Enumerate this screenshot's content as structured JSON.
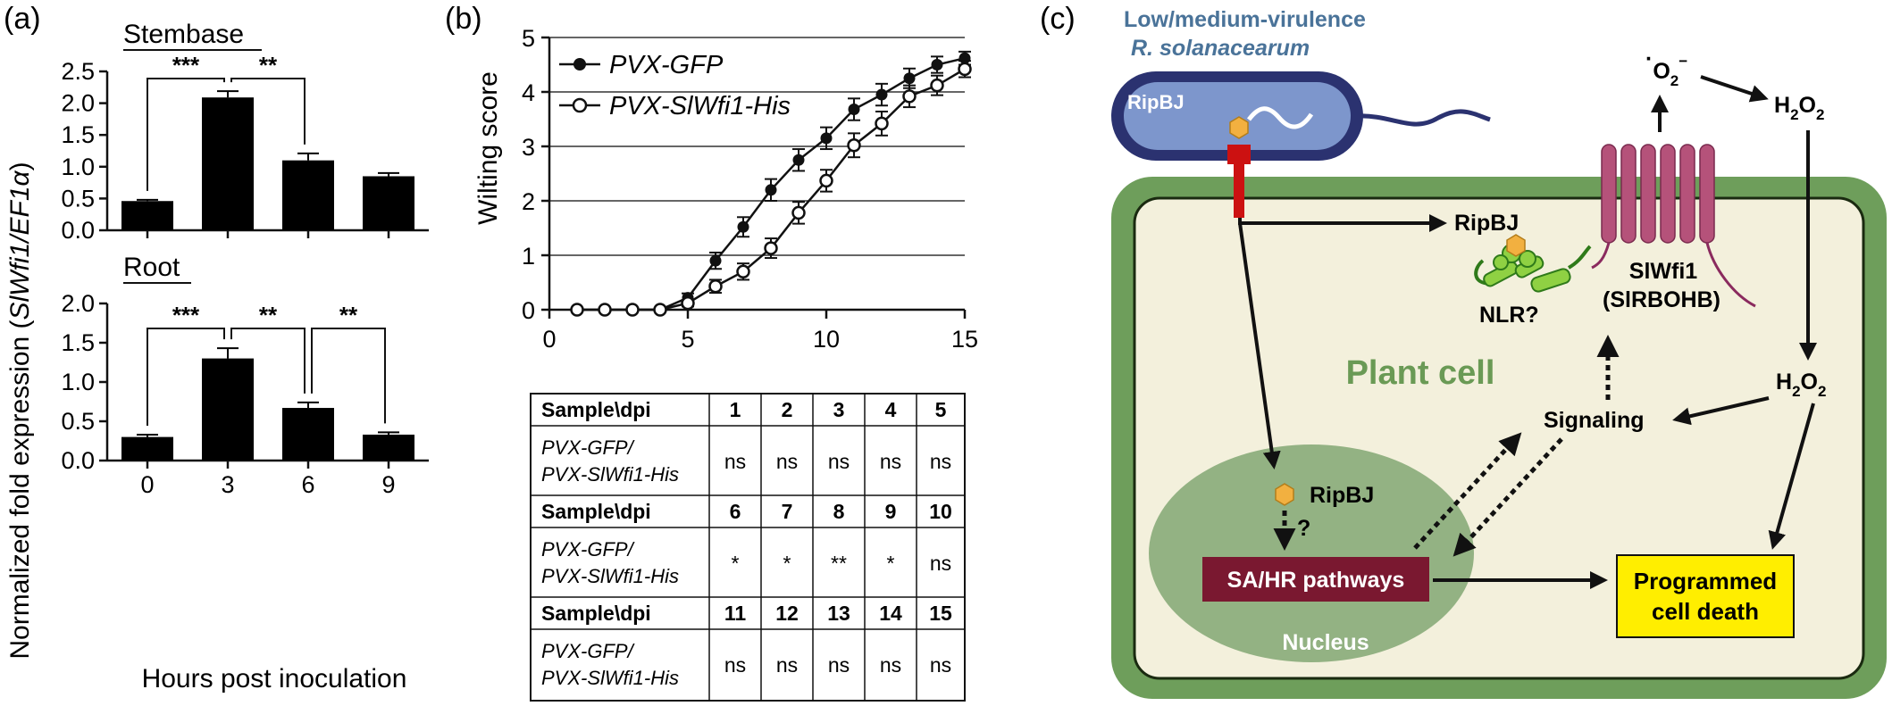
{
  "panel_a": {
    "label": "(a)",
    "ylabel_prefix": "Normalized fold expression (",
    "ylabel_gene": "SlWfi1/EF1α",
    "ylabel_suffix": ")",
    "xlabel": "Hours post inoculation"
  },
  "panel_b": {
    "label": "(b)",
    "ylabel": "Wilting score",
    "legend": [
      "PVX-GFP",
      "PVX-SlWfi1-His"
    ],
    "table": {
      "blocks": [
        {
          "header": "Sample\\dpi",
          "dpi": [
            "1",
            "2",
            "3",
            "4",
            "5"
          ],
          "sample_line1": "PVX-GFP/",
          "sample_line2": "PVX-SlWfi1-His",
          "sig": [
            "ns",
            "ns",
            "ns",
            "ns",
            "ns"
          ]
        },
        {
          "header": "Sample\\dpi",
          "dpi": [
            "6",
            "7",
            "8",
            "9",
            "10"
          ],
          "sample_line1": "PVX-GFP/",
          "sample_line2": "PVX-SlWfi1-His",
          "sig": [
            "*",
            "*",
            "**",
            "*",
            "ns"
          ]
        },
        {
          "header": "Sample\\dpi",
          "dpi": [
            "11",
            "12",
            "13",
            "14",
            "15"
          ],
          "sample_line1": "PVX-GFP/",
          "sample_line2": "PVX-SlWfi1-His",
          "sig": [
            "ns",
            "ns",
            "ns",
            "ns",
            "ns"
          ]
        }
      ]
    }
  },
  "panel_c": {
    "label": "(c)",
    "bacterium_line1": "Low/medium-virulence",
    "bacterium_line2": "R. solanacearum",
    "ripbj": "RipBJ",
    "ripbj_cell": "RipBJ",
    "ripbj_nucleus": "RipBJ",
    "question": "?",
    "nlr": "NLR?",
    "slwfi1": "SlWfi1",
    "slrbohb": "(SlRBOHB)",
    "plant_cell": "Plant cell",
    "signaling": "Signaling",
    "nucleus": "Nucleus",
    "sa_hr": "SA/HR pathways",
    "pcd_line1": "Programmed",
    "pcd_line2": "cell death",
    "superoxide_o": "O",
    "superoxide_sub": "2",
    "superoxide_sup": "−",
    "superoxide_dot": "·",
    "h2o2_h": "H",
    "h2o2_sub1": "2",
    "h2o2_o": "O",
    "h2o2_sub2": "2",
    "colors": {
      "bacterium_title": "#4a7399",
      "cell_wall": "#6e9e5b",
      "cytoplasm": "#f3f0dc",
      "nucleus": "#93b283",
      "sa_hr_box": "#7a1830",
      "pcd_box": "#ffee00",
      "membrane_protein": "#b5527a",
      "nlr": "#8fd143",
      "effector": "#f2b040",
      "plant_cell_label": "#6a9a55",
      "receptor": "#cc1111",
      "bacterium_body": "#7d96cc",
      "bacterium_outline": "#2b3270"
    }
  },
  "chart_data": [
    {
      "type": "bar",
      "title": "Stembase",
      "categories": [
        "0",
        "3",
        "6",
        "9"
      ],
      "values": [
        0.46,
        2.09,
        1.1,
        0.85
      ],
      "errors": [
        0.02,
        0.1,
        0.11,
        0.05
      ],
      "ylim": [
        0,
        2.5
      ],
      "yticks": [
        "0.0",
        "0.5",
        "1.0",
        "1.5",
        "2.0",
        "2.5"
      ],
      "significance": [
        {
          "from": "0",
          "to": "3",
          "label": "***"
        },
        {
          "from": "3",
          "to": "6",
          "label": "**"
        }
      ]
    },
    {
      "type": "bar",
      "title": "Root",
      "categories": [
        "0",
        "3",
        "6",
        "9"
      ],
      "values": [
        0.3,
        1.3,
        0.67,
        0.33
      ],
      "errors": [
        0.03,
        0.13,
        0.07,
        0.03
      ],
      "ylim": [
        0,
        2.0
      ],
      "yticks": [
        "0.0",
        "0.5",
        "1.0",
        "1.5",
        "2.0"
      ],
      "significance": [
        {
          "from": "0",
          "to": "3",
          "label": "***"
        },
        {
          "from": "3",
          "to": "6",
          "label": "**"
        },
        {
          "from": "6",
          "to": "9",
          "label": "**"
        }
      ]
    },
    {
      "type": "line",
      "xlim": [
        0,
        15
      ],
      "ylim": [
        0,
        5
      ],
      "xticks": [
        "0",
        "5",
        "10",
        "15"
      ],
      "yticks": [
        "0",
        "1",
        "2",
        "3",
        "4",
        "5"
      ],
      "grid": "horizontal",
      "legend_position": "top-left",
      "x": [
        1,
        2,
        3,
        4,
        5,
        6,
        7,
        8,
        9,
        10,
        11,
        12,
        13,
        14,
        15
      ],
      "series": [
        {
          "name": "PVX-GFP",
          "marker": "filled",
          "values": [
            0,
            0,
            0,
            0,
            0.22,
            0.9,
            1.52,
            2.2,
            2.75,
            3.15,
            3.68,
            3.95,
            4.25,
            4.5,
            4.62
          ],
          "errors": [
            0,
            0,
            0,
            0,
            0.08,
            0.15,
            0.18,
            0.2,
            0.2,
            0.2,
            0.2,
            0.2,
            0.18,
            0.15,
            0.12
          ]
        },
        {
          "name": "PVX-SlWfi1-His",
          "marker": "open",
          "values": [
            0,
            0,
            0,
            0,
            0.12,
            0.43,
            0.7,
            1.13,
            1.78,
            2.37,
            3.02,
            3.42,
            3.92,
            4.12,
            4.42
          ],
          "errors": [
            0,
            0,
            0,
            0,
            0.06,
            0.12,
            0.15,
            0.18,
            0.2,
            0.2,
            0.22,
            0.22,
            0.2,
            0.18,
            0.15
          ]
        }
      ]
    }
  ]
}
